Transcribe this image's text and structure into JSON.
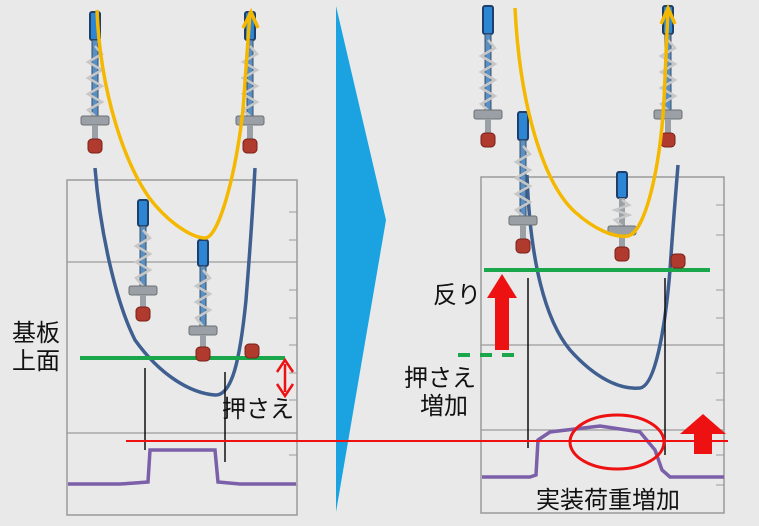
{
  "labels": {
    "substrate_line1": "基板",
    "substrate_line2": "上面",
    "press_left": "押さえ",
    "warp": "反り",
    "press_increase_line1": "押さえ",
    "press_increase_line2": "増加",
    "load_increase": "実装荷重増加"
  },
  "colors": {
    "background": "#e9e9e9",
    "frame": "#9a9a9a",
    "substrate_line": "#1aa64a",
    "spring_curve": "#f5b800",
    "board_curve": "#3e5f8f",
    "load_trace": "#7b5fa8",
    "arrow_red": "#ee1111",
    "transition_arrow": "#1aa3e0",
    "pin_head": "#2d86d4",
    "pin_base": "#9aa0a6",
    "pad": "#b03a2e"
  }
}
